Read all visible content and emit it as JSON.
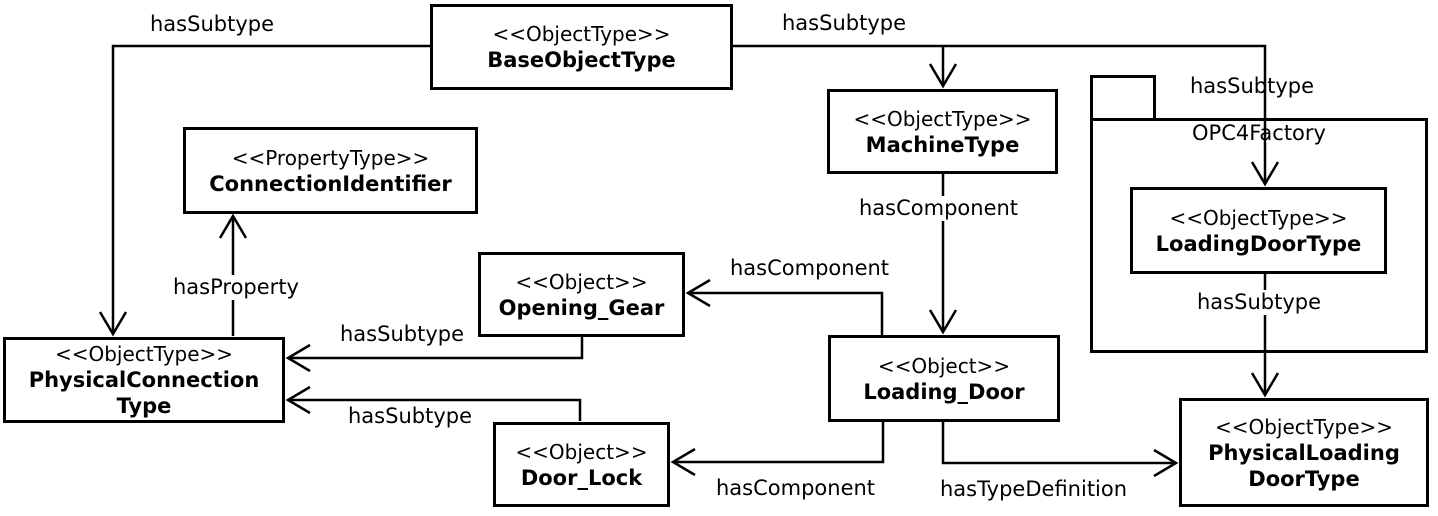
{
  "diagram": {
    "package": {
      "name": "OPC4Factory"
    },
    "nodes": {
      "base_object_type": {
        "stereotype": "<<ObjectType>>",
        "name": "BaseObjectType"
      },
      "connection_identifier": {
        "stereotype": "<<PropertyType>>",
        "name": "ConnectionIdentifier"
      },
      "machine_type": {
        "stereotype": "<<ObjectType>>",
        "name": "MachineType"
      },
      "physical_connection_type": {
        "stereotype": "<<ObjectType>>",
        "name": "PhysicalConnection\nType"
      },
      "opening_gear": {
        "stereotype": "<<Object>>",
        "name": "Opening_Gear"
      },
      "loading_door": {
        "stereotype": "<<Object>>",
        "name": "Loading_Door"
      },
      "door_lock": {
        "stereotype": "<<Object>>",
        "name": "Door_Lock"
      },
      "loading_door_type": {
        "stereotype": "<<ObjectType>>",
        "name": "LoadingDoorType"
      },
      "physical_loading_door_type": {
        "stereotype": "<<ObjectType>>",
        "name": "PhysicalLoading\nDoorType"
      }
    },
    "edges": [
      {
        "from": "BaseObjectType",
        "to": "PhysicalConnectionType",
        "label": "hasSubtype"
      },
      {
        "from": "BaseObjectType",
        "to": "MachineType",
        "label": "hasSubtype"
      },
      {
        "from": "BaseObjectType",
        "to": "LoadingDoorType",
        "label": "hasSubtype"
      },
      {
        "from": "MachineType",
        "to": "Loading_Door",
        "label": "hasComponent"
      },
      {
        "from": "PhysicalConnectionType",
        "to": "ConnectionIdentifier",
        "label": "hasProperty"
      },
      {
        "from": "Opening_Gear",
        "to": "PhysicalConnectionType",
        "label": "hasSubtype"
      },
      {
        "from": "Door_Lock",
        "to": "PhysicalConnectionType",
        "label": "hasSubtype"
      },
      {
        "from": "Loading_Door",
        "to": "Opening_Gear",
        "label": "hasComponent"
      },
      {
        "from": "Loading_Door",
        "to": "Door_Lock",
        "label": "hasComponent"
      },
      {
        "from": "Loading_Door",
        "to": "PhysicalLoadingDoorType",
        "label": "hasTypeDefinition"
      },
      {
        "from": "LoadingDoorType",
        "to": "PhysicalLoadingDoorType",
        "label": "hasSubtype"
      }
    ],
    "colors": {
      "line": "#000000",
      "background": "#ffffff",
      "text": "#000000"
    }
  }
}
